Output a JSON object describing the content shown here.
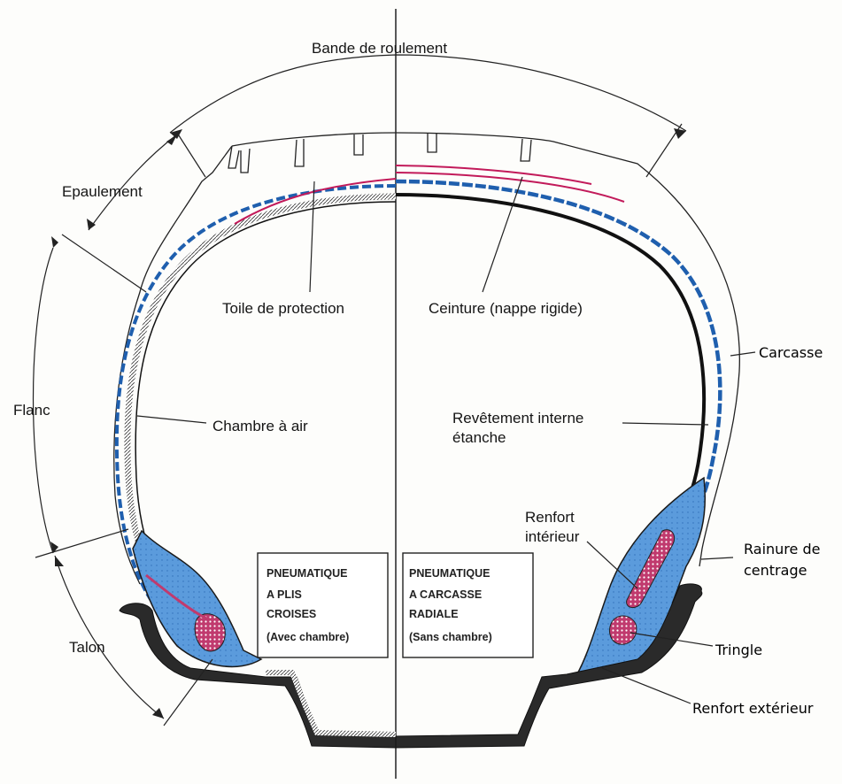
{
  "labels": {
    "bande": "Bande de roulement",
    "epaulement": "Epaulement",
    "flanc": "Flanc",
    "talon": "Talon",
    "toile": "Toile de protection",
    "ceinture": "Ceinture (nappe rigide)",
    "chambre": "Chambre à air",
    "revetement_1": "Revêtement interne",
    "revetement_2": "étanche",
    "carcasse": "Carcasse",
    "renfort_int_1": "Renfort",
    "renfort_int_2": "intérieur",
    "rainure_1": "Rainure de",
    "rainure_2": "centrage",
    "tringle": "Tringle",
    "renfort_ext": "Renfort extérieur"
  },
  "boxes": {
    "left": {
      "line1": "PNEUMATIQUE",
      "line2": "A PLIS",
      "line3": "CROISES",
      "line4": "(Avec chambre)"
    },
    "right": {
      "line1": "PNEUMATIQUE",
      "line2": "A CARCASSE",
      "line3": "RADIALE",
      "line4": "(Sans chambre)"
    }
  },
  "colors": {
    "outline": "#1a1a1a",
    "carcass_blue": "#1f5fae",
    "fill_blue": "#5b9bdc",
    "belt_red": "#c21a5a",
    "bead_pink": "#c03a6e"
  }
}
